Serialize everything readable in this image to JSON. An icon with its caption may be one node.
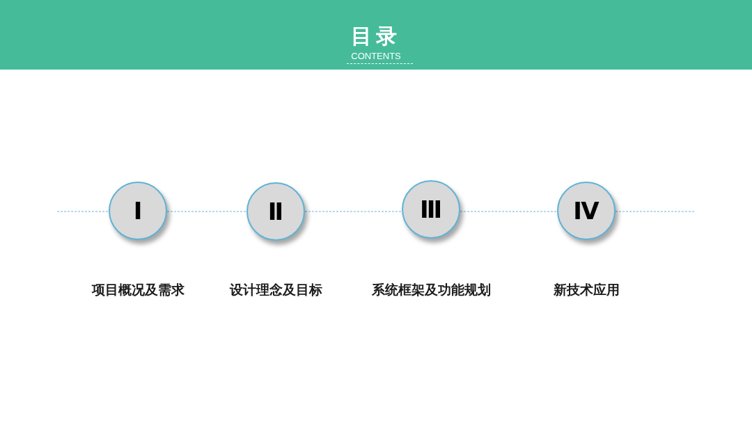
{
  "diagram": {
    "title": "目录",
    "nodes": [
      {
        "text": [
          "Ⅰ"
        ],
        "beside": [
          "项目概况及需求"
        ]
      },
      {
        "text": [
          "Ⅱ"
        ],
        "beside": [
          "设计理念及目标"
        ]
      },
      {
        "text": [
          "Ⅲ"
        ],
        "beside": [
          "系统框架及功能规划"
        ]
      },
      {
        "text": [
          "Ⅳ"
        ],
        "beside": [
          "新技术应用"
        ]
      }
    ],
    "edges": [
      {
        "from": null,
        "to": 0,
        "arrow": "none",
        "style": "dashed"
      },
      {
        "from": 0,
        "to": 1,
        "arrow": "none",
        "style": "dashed"
      },
      {
        "from": 1,
        "to": 2,
        "arrow": "none",
        "style": "dashed"
      },
      {
        "from": 2,
        "to": 3,
        "arrow": "none",
        "style": "dashed"
      },
      {
        "from": 3,
        "to": null,
        "arrow": "none",
        "style": "dashed"
      }
    ],
    "labels": [
      "CONTENTS"
    ]
  }
}
